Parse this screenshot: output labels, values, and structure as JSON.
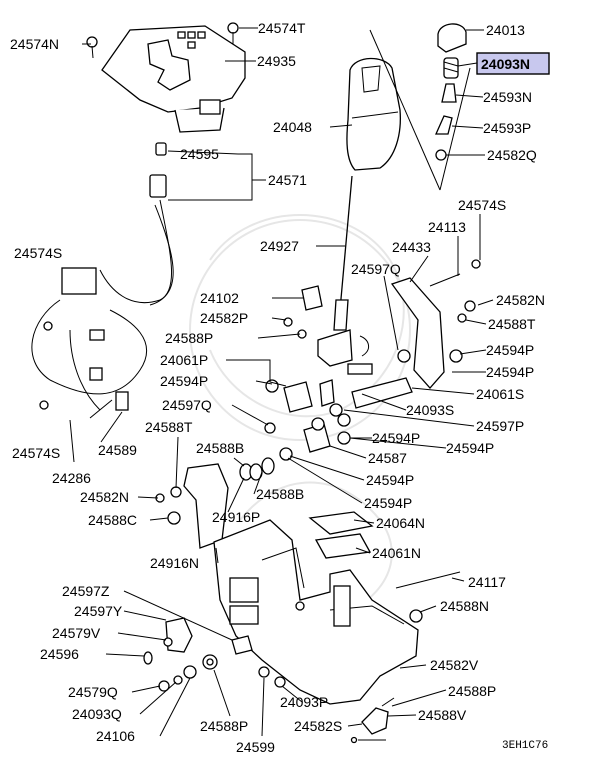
{
  "diagram": {
    "highlight_color": "#c8c8ee",
    "highlighted_part": "24093N",
    "figure_code": "3EH1C76",
    "part_labels": [
      "24574N",
      "24574T",
      "24935",
      "24013",
      "24093N",
      "24593N",
      "24048",
      "24593P",
      "24582Q",
      "24595",
      "24571",
      "24574S",
      "24927",
      "24113",
      "24574S",
      "24433",
      "24597Q",
      "24102",
      "24582N",
      "24582P",
      "24588T",
      "24588P",
      "24594P",
      "24061P",
      "24594P",
      "24594P",
      "24061S",
      "24597Q",
      "24093S",
      "24597P",
      "24588T",
      "24594P",
      "24594P",
      "24587",
      "24588B",
      "24594P",
      "24574S",
      "24589",
      "24286",
      "24588B",
      "24582N",
      "24594P",
      "24588C",
      "24916P",
      "24064N",
      "24916N",
      "24061N",
      "24597Z",
      "24117",
      "24597Y",
      "24588N",
      "24579V",
      "24596",
      "24582V",
      "24579Q",
      "24588P",
      "24093Q",
      "24588P",
      "24093P",
      "24588V",
      "24106",
      "24582S",
      "24599"
    ]
  }
}
